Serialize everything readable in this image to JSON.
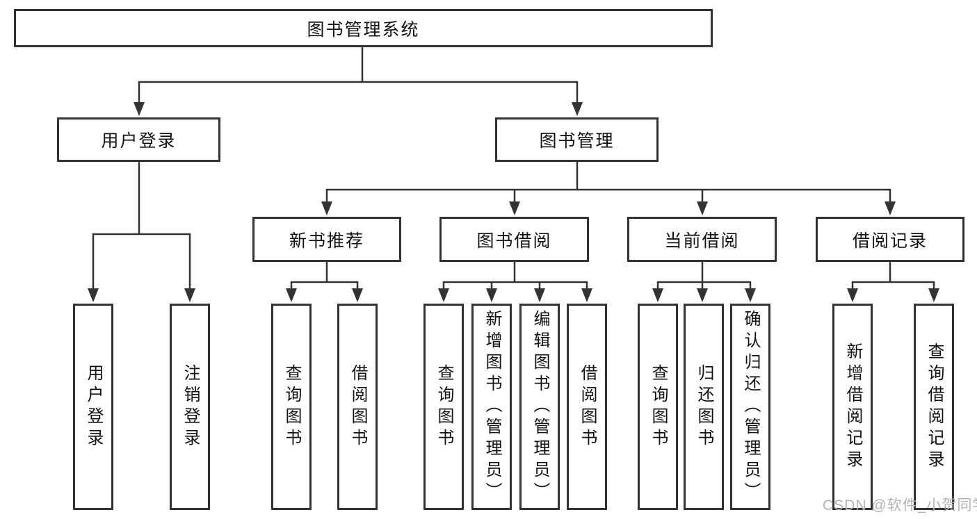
{
  "tree": {
    "root": {
      "label": "图书管理系统"
    },
    "branches": [
      {
        "label": "用户登录",
        "children": [
          {
            "label": "用户登录"
          },
          {
            "label": "注销登录"
          }
        ]
      },
      {
        "label": "图书管理",
        "children": [
          {
            "label": "新书推荐",
            "children": [
              {
                "label": "查询图书"
              },
              {
                "label": "借阅图书"
              }
            ]
          },
          {
            "label": "图书借阅",
            "children": [
              {
                "label": "查询图书"
              },
              {
                "label": "新增图书（管理员）"
              },
              {
                "label": "编辑图书（管理员）"
              },
              {
                "label": "借阅图书"
              }
            ]
          },
          {
            "label": "当前借阅",
            "children": [
              {
                "label": "查询图书"
              },
              {
                "label": "归还图书"
              },
              {
                "label": "确认归还（管理员）"
              }
            ]
          },
          {
            "label": "借阅记录",
            "children": [
              {
                "label": "新增借阅记录"
              },
              {
                "label": "查询借阅记录"
              }
            ]
          }
        ]
      }
    ]
  },
  "watermark": {
    "text": "CSDN @软件_小贺同学"
  },
  "colors": {
    "line": "#333333",
    "box_border": "#333333",
    "text": "#111111",
    "background": "#ffffff",
    "watermark": "#b3b3b3"
  }
}
